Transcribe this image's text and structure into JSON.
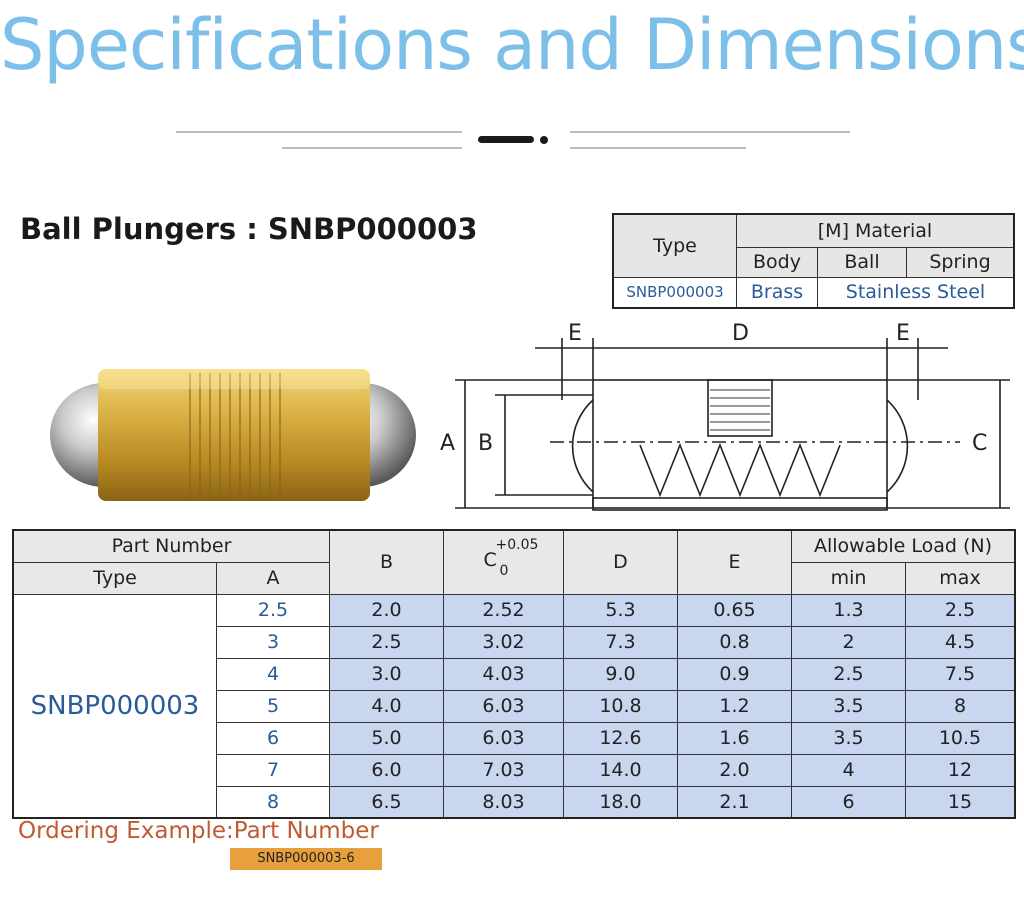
{
  "header": {
    "title": "Specifications and Dimensions"
  },
  "product": {
    "title": "Ball Plungers : SNBP000003"
  },
  "material_table": {
    "type_header": "Type",
    "material_header": "[M] Material",
    "body_header": "Body",
    "ball_header": "Ball",
    "spring_header": "Spring",
    "type_value": "SNBP000003",
    "body_value": "Brass",
    "ball_spring_value": "Stainless Steel"
  },
  "drawing": {
    "labels": {
      "a": "A",
      "b": "B",
      "c": "C",
      "d": "D",
      "e_left": "E",
      "e_right": "E"
    }
  },
  "spec_table": {
    "part_number_header": "Part Number",
    "type_header": "Type",
    "a_header": "A",
    "b_header": "B",
    "c_header": "C",
    "c_tol_upper": "+0.05",
    "c_tol_lower": "0",
    "d_header": "D",
    "e_header": "E",
    "load_header": "Allowable Load (N)",
    "min_header": "min",
    "max_header": "max",
    "type_value": "SNBP000003",
    "rows": [
      {
        "a": "2.5",
        "b": "2.0",
        "c": "2.52",
        "d": "5.3",
        "e": "0.65",
        "min": "1.3",
        "max": "2.5"
      },
      {
        "a": "3",
        "b": "2.5",
        "c": "3.02",
        "d": "7.3",
        "e": "0.8",
        "min": "2",
        "max": "4.5"
      },
      {
        "a": "4",
        "b": "3.0",
        "c": "4.03",
        "d": "9.0",
        "e": "0.9",
        "min": "2.5",
        "max": "7.5"
      },
      {
        "a": "5",
        "b": "4.0",
        "c": "6.03",
        "d": "10.8",
        "e": "1.2",
        "min": "3.5",
        "max": "8"
      },
      {
        "a": "6",
        "b": "5.0",
        "c": "6.03",
        "d": "12.6",
        "e": "1.6",
        "min": "3.5",
        "max": "10.5"
      },
      {
        "a": "7",
        "b": "6.0",
        "c": "7.03",
        "d": "14.0",
        "e": "2.0",
        "min": "4",
        "max": "12"
      },
      {
        "a": "8",
        "b": "6.5",
        "c": "8.03",
        "d": "18.0",
        "e": "2.1",
        "min": "6",
        "max": "15"
      }
    ]
  },
  "ordering": {
    "label": "Ordering Example:Part Number",
    "example": "SNBP000003-6"
  },
  "colors": {
    "title": "#7cc0ea",
    "value_cell": "#c8d6ef",
    "accent_text": "#2b5b9a",
    "order_label": "#c05a32",
    "order_badge": "#e8a03c",
    "brass": "#c9a035"
  }
}
